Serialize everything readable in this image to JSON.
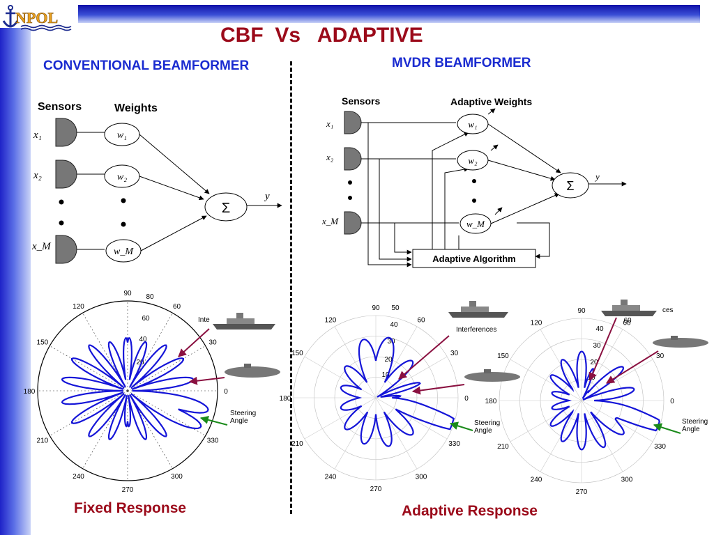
{
  "logo": {
    "text": "NPOL"
  },
  "slide": {
    "title": "CBF  Vs   ADAPTIVE",
    "conventional_heading": "CONVENTIONAL BEAMFORMER",
    "mvdr_heading": "MVDR BEAMFORMER",
    "fixed_caption": "Fixed Response",
    "adaptive_caption": "Adaptive Response"
  },
  "cbf_diagram": {
    "sensors_label": "Sensors",
    "weights_label": "Weights",
    "inputs": [
      "x₁",
      "x₂",
      "x_M"
    ],
    "weights": [
      "w₁",
      "w₂",
      "w_M"
    ],
    "sum_symbol": "Σ",
    "output": "y"
  },
  "mvdr_diagram": {
    "sensors_label": "Sensors",
    "weights_label": "Adaptive Weights",
    "inputs": [
      "x₁",
      "x₂",
      "x_M"
    ],
    "weights": [
      "w₁",
      "w₂",
      "w_M"
    ],
    "sum_symbol": "Σ",
    "output": "y",
    "algorithm_label": "Adaptive Algorithm"
  },
  "polar_plots": {
    "fixed": {
      "angle_labels": [
        "90",
        "60",
        "30",
        "0",
        "330",
        "300",
        "270",
        "240",
        "210",
        "180",
        "150",
        "120"
      ],
      "radial_labels": [
        "80",
        "60",
        "40",
        "20"
      ],
      "interference_label": "Inte",
      "steering_label": [
        "Steering",
        "Angle"
      ]
    },
    "adaptive_1": {
      "angle_labels": [
        "90",
        "60",
        "30",
        "0",
        "330",
        "300",
        "270",
        "240",
        "210",
        "180",
        "150",
        "120"
      ],
      "radial_labels": [
        "50",
        "40",
        "30",
        "20",
        "10"
      ],
      "interference_label": "Interferences",
      "steering_label": [
        "Steering",
        "Angle"
      ]
    },
    "adaptive_2": {
      "angle_labels": [
        "90",
        "60",
        "30",
        "0",
        "330",
        "300",
        "270",
        "240",
        "210",
        "180",
        "150",
        "120"
      ],
      "radial_labels": [
        "60",
        "40",
        "30",
        "20",
        "10"
      ],
      "interference_label": "ces",
      "steering_label": [
        "Steering",
        "Angle"
      ]
    }
  },
  "colors": {
    "pattern": "#1515d8",
    "arrow": "#8a1040",
    "steering_arrow": "#1a8a1a",
    "title": "#9b0a1a",
    "heading": "#1a2bd0"
  }
}
